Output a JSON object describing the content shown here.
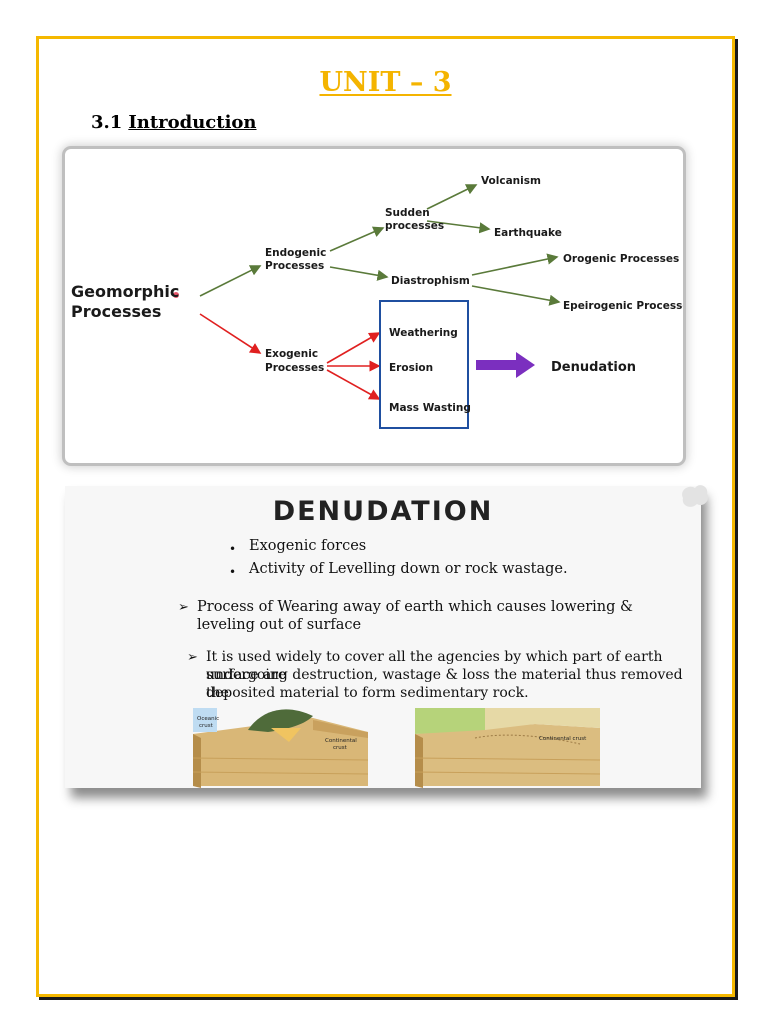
{
  "unit_title": "UNIT – 3",
  "section": {
    "number": "3.1",
    "title": "Introduction"
  },
  "diagram": {
    "root": [
      "Geomorphic",
      "Processes"
    ],
    "endogenic": [
      "Endogenic",
      "Processes"
    ],
    "exogenic": [
      "Exogenic",
      "Processes"
    ],
    "sudden": [
      "Sudden",
      "processes"
    ],
    "diastrophism": "Diastrophism",
    "volcanism": "Volcanism",
    "earthquake": "Earthquake",
    "orogenic": "Orogenic Processes",
    "epeirogenic": "Epeirogenic Processe",
    "weathering": "Weathering",
    "erosion": "Erosion",
    "mass_wasting": "Mass Wasting",
    "denudation": "Denudation",
    "colors": {
      "green_arrow": "#5a7a3a",
      "red_arrow": "#e02020",
      "box_border": "#1f4fa0",
      "big_arrow": "#7b2fbf"
    }
  },
  "slide": {
    "title": "DENUDATION",
    "dot_items": [
      "Exogenic forces",
      "Activity of Levelling down or rock wastage."
    ],
    "point1_lines": [
      "Process of Wearing away of earth which causes lowering &",
      "leveling out of surface"
    ],
    "point2_lines": [
      "It is used widely to cover all the agencies by which part of earth surface are",
      "undergoing destruction, wastage & loss the material thus removed the",
      "deposited material to form sedimentary rock."
    ],
    "illus_left": {
      "label1": "Oceanic",
      "label2": "crust",
      "label3": "Continental",
      "label4": "crust"
    },
    "illus_right": {
      "label": "Continental crust"
    }
  }
}
